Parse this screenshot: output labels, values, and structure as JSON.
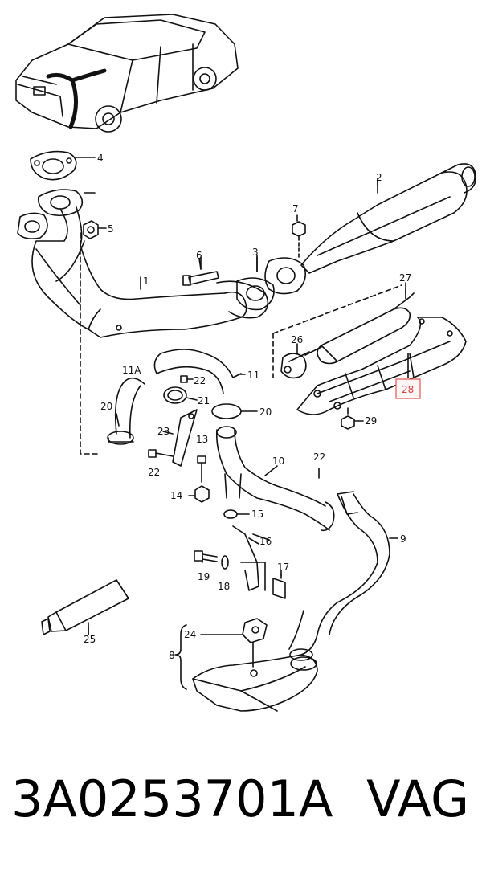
{
  "diagram": {
    "callouts": [
      "4",
      "5",
      "1",
      "2",
      "7",
      "3",
      "6",
      "27",
      "26",
      "28",
      "29",
      "11A",
      "22",
      "11",
      "21",
      "20",
      "20",
      "23",
      "13",
      "10",
      "22",
      "22",
      "14",
      "15",
      "16",
      "9",
      "19",
      "18",
      "17",
      "25",
      "24",
      "8"
    ],
    "highlighted": "28",
    "highlight_color": "#e05555"
  },
  "footer": {
    "part_number": "3A0253701A",
    "brand": "VAG"
  }
}
